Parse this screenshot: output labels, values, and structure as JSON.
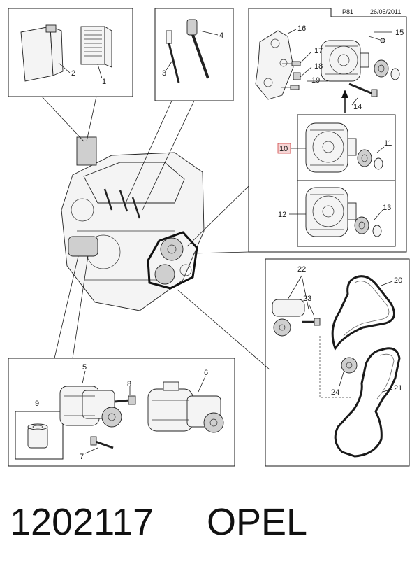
{
  "header": {
    "page_code": "P81",
    "date": "26/05/2011"
  },
  "callouts": {
    "c1": "1",
    "c2": "2",
    "c3": "3",
    "c4": "4",
    "c5": "5",
    "c6": "6",
    "c7": "7",
    "c8": "8",
    "c9": "9",
    "c10": "10",
    "c11": "11",
    "c12": "12",
    "c13": "13",
    "c14": "14",
    "c15": "15",
    "c16": "16",
    "c17": "17",
    "c18": "18",
    "c19": "19",
    "c20": "20",
    "c21": "21",
    "c22": "22",
    "c23": "23",
    "c24": "24"
  },
  "highlight_color": "#d04040",
  "footer": {
    "part_number": "1202117",
    "brand": "OPEL"
  }
}
